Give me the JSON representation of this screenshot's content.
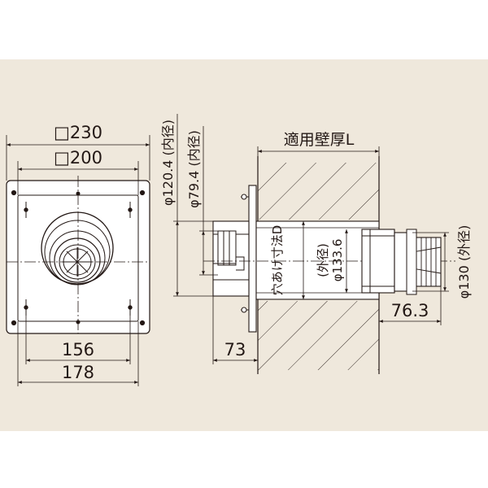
{
  "colors": {
    "paper": "#efe8dc",
    "ink": "#231815",
    "wall_fill": "#ffffff",
    "plate_fill": "#ffffff"
  },
  "front_view": {
    "outer_plate_label": "□230",
    "inner_plate_label": "□200",
    "inner_hole_pitch_label": "156",
    "outer_hole_pitch_label": "178"
  },
  "side_view": {
    "wall_thickness_label": "適用壁厚L",
    "inner_diameter_large_label": "φ120.4 (内径)",
    "inner_diameter_small_label": "φ79.4 (内径)",
    "hole_size_label": "穴あけ寸法D",
    "outer_diameter_label": "(外径)",
    "outer_diameter_value": "φ133.6",
    "cap_outer_diameter_label": "φ130 (外径)",
    "inner_offset_label": "73",
    "cap_offset_label": "76.3"
  }
}
